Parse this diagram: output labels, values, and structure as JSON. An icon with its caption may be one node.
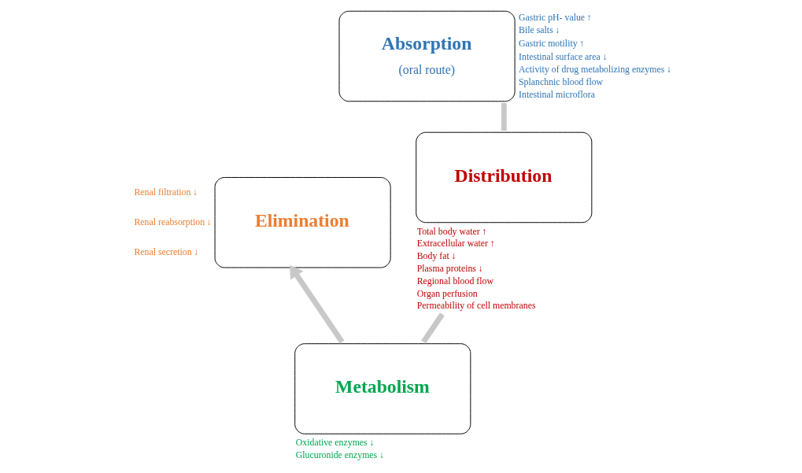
{
  "diagram": {
    "nodes": [
      {
        "text": [
          "Absorption",
          "(oral route)"
        ],
        "beside": [
          "Gastric pH- value ↑",
          "Bile salts ↓",
          "Gastric motility ↑",
          "Intestinal surface area ↓",
          "Activity of drug metabolizing enzymes ↓",
          "Splanchnic blood flow",
          "Intestinal microflora"
        ]
      },
      {
        "text": [
          "Distribution"
        ],
        "beside": [
          "Total body water ↑",
          "Extracellular water ↑",
          "Body fat ↓",
          "Plasma proteins ↓",
          "Regional blood flow",
          "Organ perfusion",
          "Permeability of cell membranes"
        ]
      },
      {
        "text": [
          "Metabolism"
        ],
        "beside": [
          "Oxidative enzymes ↓",
          "Glucuronide enzymes ↓"
        ]
      },
      {
        "text": [
          "Elimination"
        ],
        "beside": [
          "Renal filtration ↓",
          "Renal reabsorption ↓",
          "Renal secretion ↓"
        ]
      }
    ],
    "edges": [
      {
        "from": 0,
        "to": 1,
        "arrow": "none"
      },
      {
        "from": 1,
        "to": 2,
        "arrow": "none"
      },
      {
        "from": 2,
        "to": 3,
        "arrow": "to"
      }
    ]
  }
}
